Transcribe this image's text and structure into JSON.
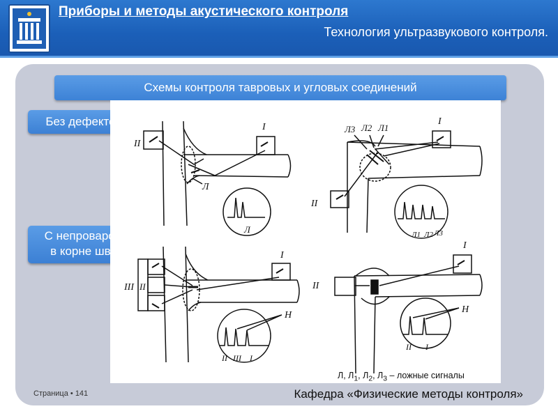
{
  "header": {
    "title": "Приборы и методы акустического контроля",
    "subtitle": "Технология ультразвукового контроля."
  },
  "banner": {
    "text": "Схемы контроля тавровых и угловых соединений"
  },
  "side_buttons": {
    "no_defects": "Без дефектов",
    "lack_of_fusion_line1": "С непроваром",
    "lack_of_fusion_line2": "в корне шва"
  },
  "figure": {
    "probe_labels": {
      "I": "I",
      "II": "II",
      "III": "III"
    },
    "signal_labels": {
      "false": "Л",
      "false_1": "Л1",
      "false_2": "Л2",
      "false_3": "Л3",
      "defect": "Н"
    },
    "legend_prefix": "Л, Л",
    "legend_sub1": "1",
    "legend_sep1": ", Л",
    "legend_sub2": "2",
    "legend_sep2": ", Л",
    "legend_sub3": "3",
    "legend_suffix": " – ложные сигналы"
  },
  "footer": {
    "page": "Страница • 141",
    "department": "Кафедра «Физические методы контроля»"
  },
  "colors": {
    "header_blue": "#1b5fb8",
    "button_blue": "#4a8fe0",
    "panel_gray": "#c7cbd8"
  }
}
